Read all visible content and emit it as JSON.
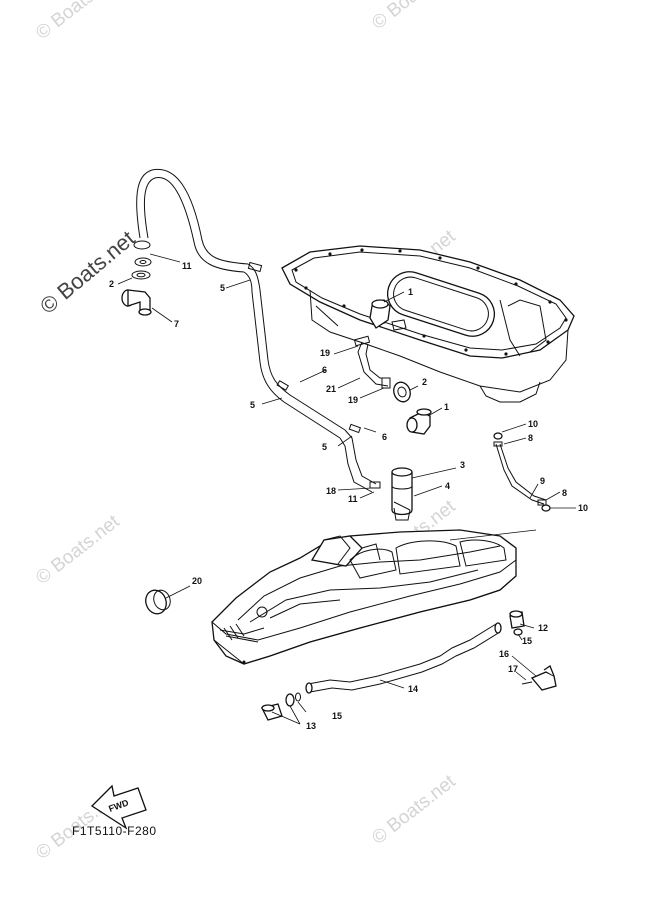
{
  "watermarks": {
    "small": "© Boats.net",
    "big": "© Boats.net"
  },
  "diagram_code": "F1T5110-F280",
  "fwd_label": "FWD",
  "labels": [
    "1",
    "1",
    "2",
    "2",
    "3",
    "4",
    "5",
    "5",
    "5",
    "6",
    "6",
    "7",
    "8",
    "8",
    "9",
    "10",
    "10",
    "11",
    "11",
    "12",
    "13",
    "14",
    "15",
    "15",
    "16",
    "17",
    "18",
    "19",
    "19",
    "20",
    "21"
  ]
}
